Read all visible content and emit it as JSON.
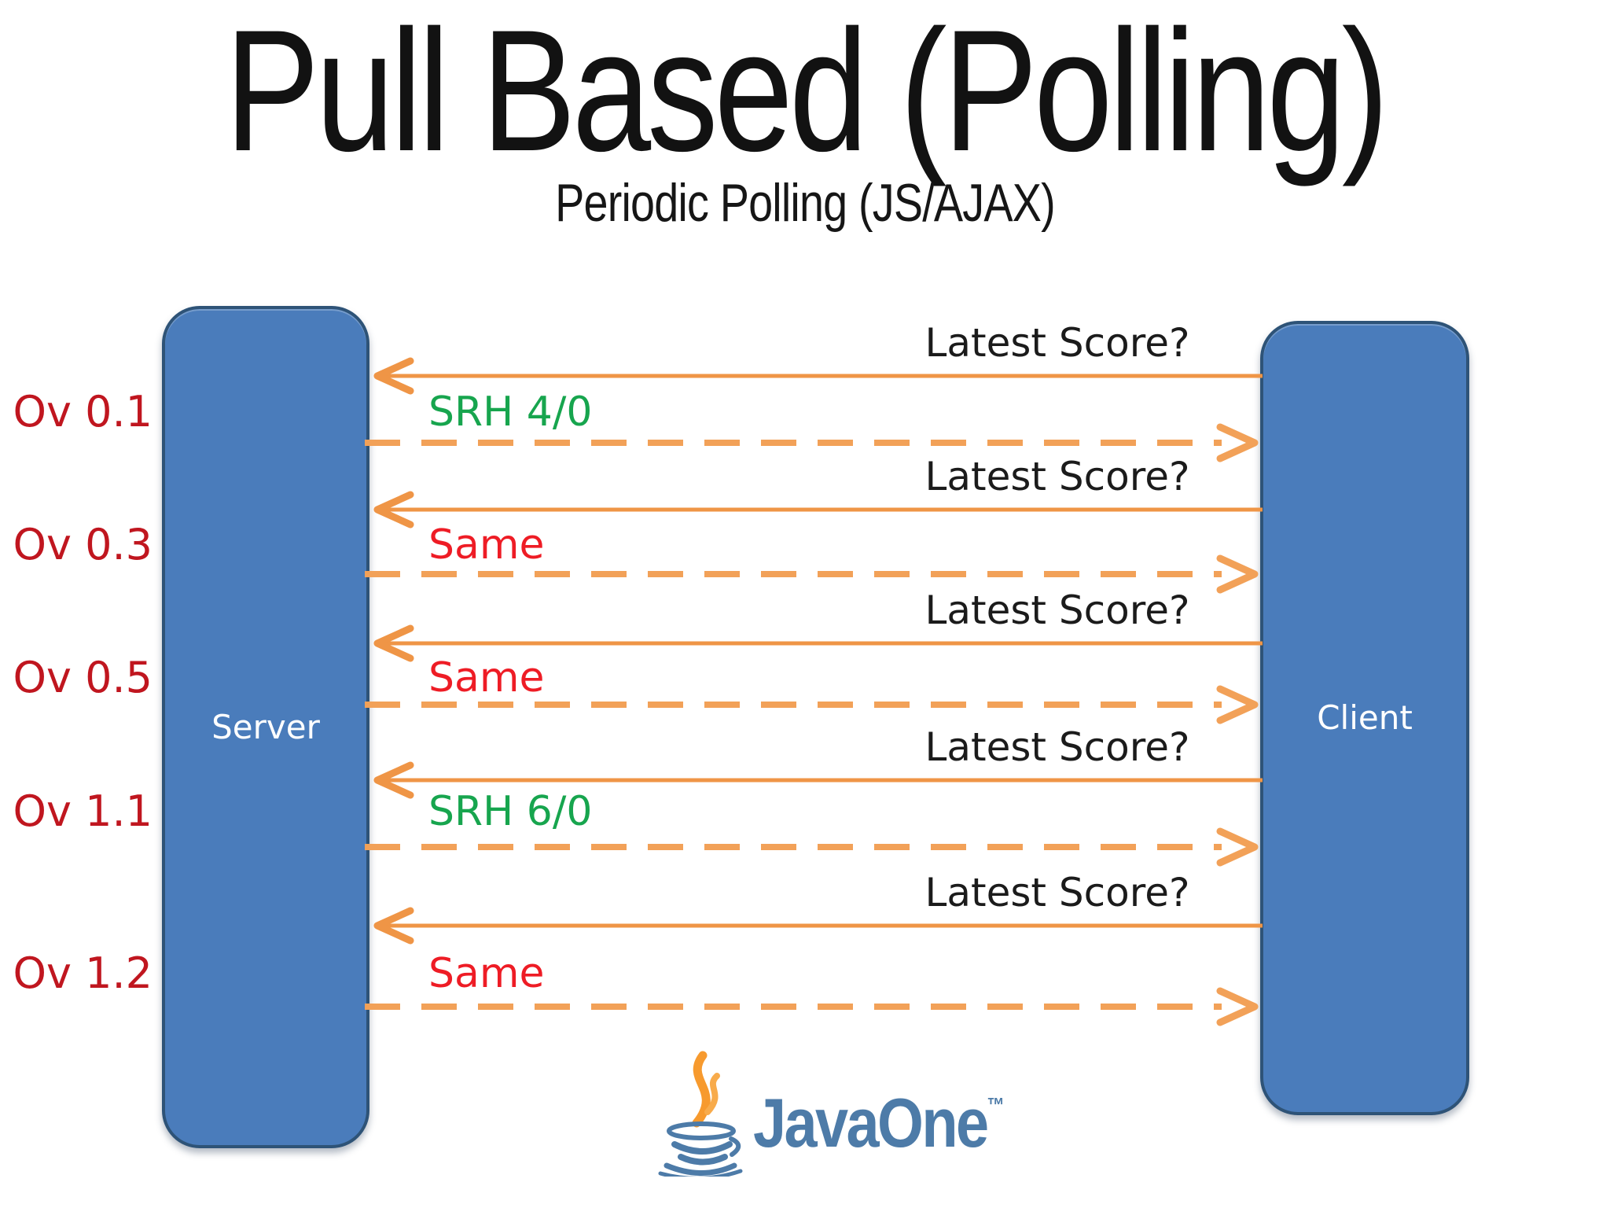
{
  "slide": {
    "title": "Pull Based (Polling)",
    "subtitle": "Periodic Polling (JS/AJAX)"
  },
  "actors": {
    "server": "Server",
    "client": "Client"
  },
  "exchanges": [
    {
      "over_label": "Ov 0.1",
      "request": "Latest Score?",
      "response": "SRH 4/0",
      "response_kind": "new-score"
    },
    {
      "over_label": "Ov 0.3",
      "request": "Latest Score?",
      "response": "Same",
      "response_kind": "same"
    },
    {
      "over_label": "Ov 0.5",
      "request": "Latest Score?",
      "response": "Same",
      "response_kind": "same"
    },
    {
      "over_label": "Ov 1.1",
      "request": "Latest Score?",
      "response": "SRH 6/0",
      "response_kind": "new-score"
    },
    {
      "over_label": "Ov 1.2",
      "request": "Latest Score?",
      "response": "Same",
      "response_kind": "same"
    }
  ],
  "footer": {
    "logo_text": "JavaOne",
    "trademark": "™"
  },
  "colors": {
    "actor_fill": "#4a7cbb",
    "actor_border": "#2e5377",
    "actor_text": "#ffffff",
    "arrow_solid": "#ef9546",
    "arrow_dashed": "#f2a158",
    "over_label_red": "#c0161f",
    "response_same_red": "#ee1c25",
    "response_new_green": "#17a54e",
    "title_text": "#121212",
    "logo_blue": "#4d7ba8",
    "logo_flame_orange": "#f79a2e"
  }
}
